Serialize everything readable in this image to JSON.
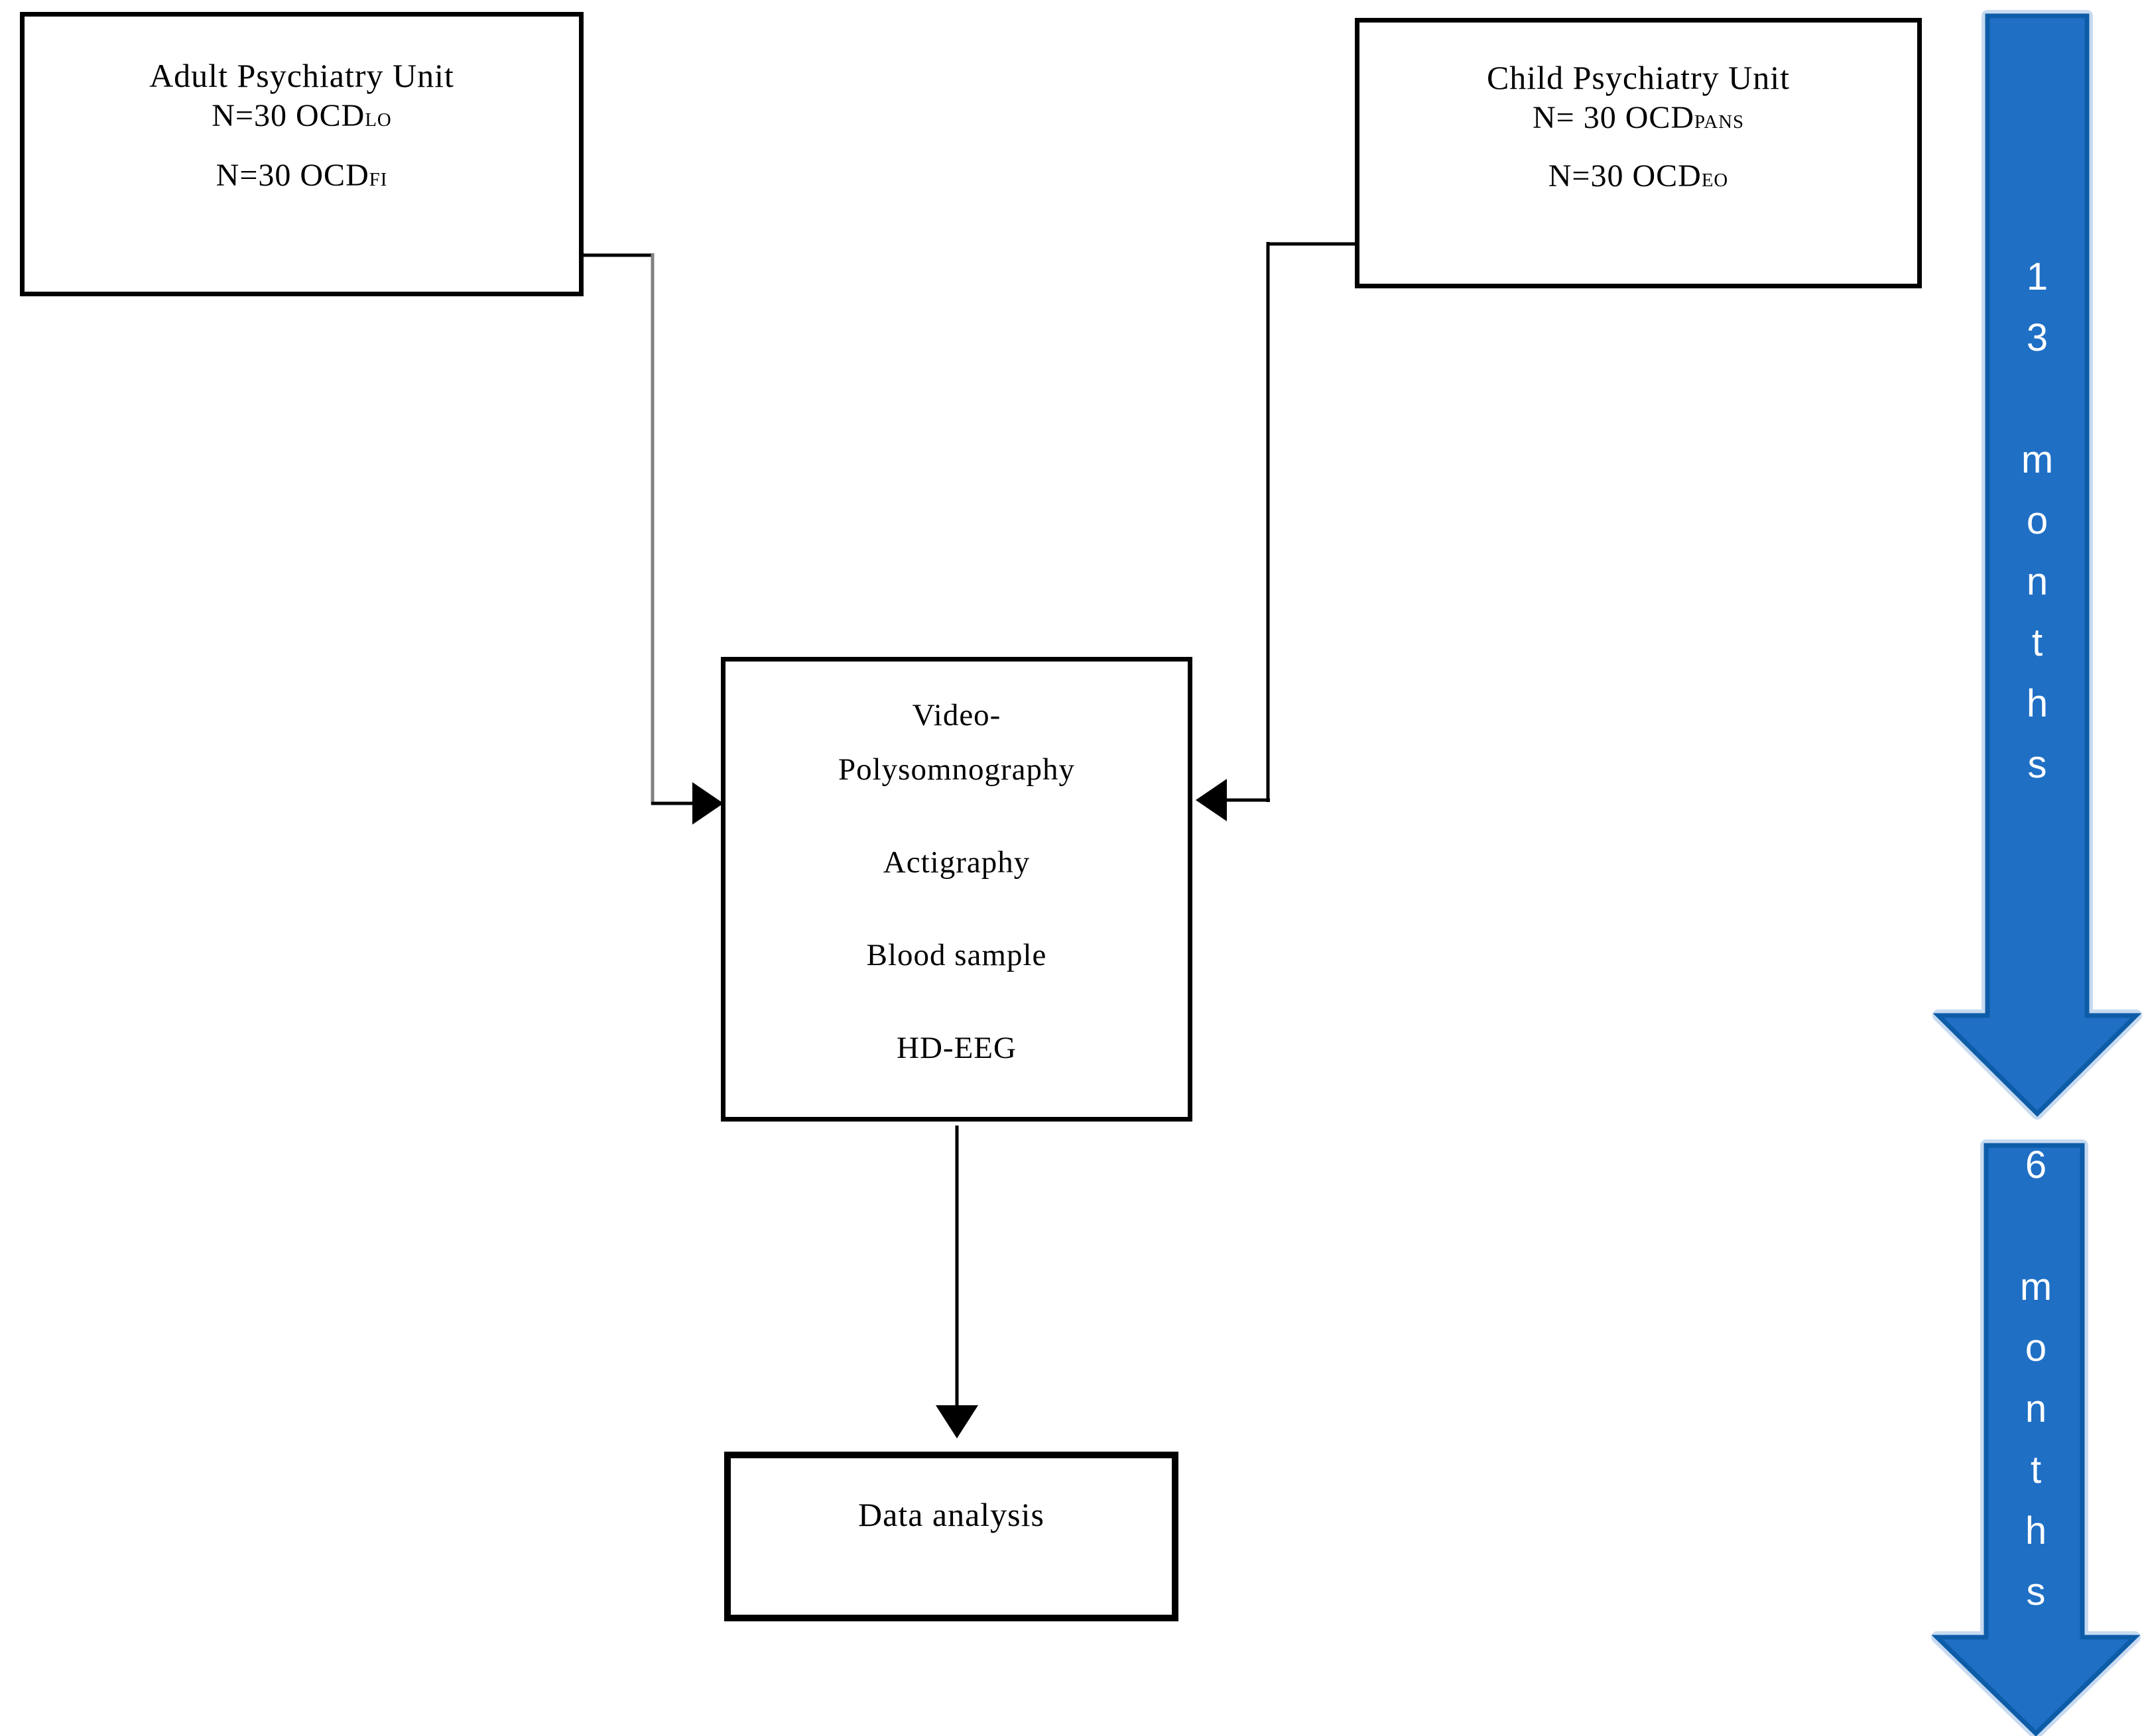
{
  "boxes": {
    "adult_unit": {
      "title": "Adult Psychiatry Unit",
      "groups": [
        {
          "prefix": "N=30 OCD",
          "subscript": "LO"
        },
        {
          "prefix": "N=30 OCD",
          "subscript": "FI"
        }
      ]
    },
    "child_unit": {
      "title": "Child Psychiatry Unit",
      "groups": [
        {
          "prefix": "N= 30 OCD",
          "subscript": "PANS"
        },
        {
          "prefix": "N=30 OCD",
          "subscript": "EO"
        }
      ]
    },
    "assessments": {
      "lines": [
        "Video-",
        "Polysomnography",
        "Actigraphy",
        "Blood sample",
        "HD-EEG"
      ]
    },
    "analysis": {
      "title": "Data analysis"
    }
  },
  "timeline_arrows": [
    {
      "label": "13 months",
      "chars": [
        "1",
        "3",
        "",
        "m",
        "o",
        "n",
        "t",
        "h",
        "s"
      ]
    },
    {
      "label": "6 months",
      "chars": [
        "6",
        "",
        "m",
        "o",
        "n",
        "t",
        "h",
        "s"
      ]
    }
  ],
  "colors": {
    "arrow_fill": "#1f6fc5",
    "arrow_border": "#0d5ca8",
    "arrow_halo": "#c7daf0",
    "arrow_text": "#ffffff",
    "connector": "#000000",
    "connector_gray": "#808080",
    "box_border": "#000000",
    "background": "#ffffff"
  }
}
